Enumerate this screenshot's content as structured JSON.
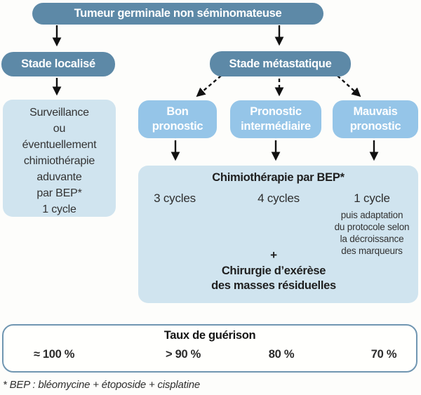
{
  "palette": {
    "dark_blue": "#5d89a7",
    "mid_blue": "#95c5e8",
    "pale_blue": "#d0e4ef",
    "cure_border_blue": "#7096b1",
    "arrow_black": "#111111",
    "background": "#fdfdfb"
  },
  "root": {
    "label": "Tumeur germinale non séminomateuse"
  },
  "branches": {
    "localise": {
      "label": "Stade localisé",
      "treatment_lines": [
        "Surveillance",
        "ou",
        "éventuellement",
        "chimiothérapie",
        "aduvante",
        "par BEP*",
        "1 cycle"
      ]
    },
    "metastatique": {
      "label": "Stade métastatique",
      "prognosis": [
        {
          "line1": "Bon",
          "line2": "pronostic",
          "cycles": "3 cycles"
        },
        {
          "line1": "Pronostic",
          "line2": "intermédiaire",
          "cycles": "4 cycles"
        },
        {
          "line1": "Mauvais",
          "line2": "pronostic",
          "cycles": "1 cycle",
          "note_lines": [
            "puis adaptation",
            "du protocole selon",
            "la décroissance",
            "des marqueurs"
          ]
        }
      ],
      "chemo_box": {
        "title": "Chimiothérapie par BEP*",
        "plus": "+",
        "surgery_line1": "Chirurgie d’exérèse",
        "surgery_line2": "des masses résiduelles"
      }
    }
  },
  "cure_rate": {
    "title": "Taux de guérison",
    "values": [
      "≈ 100 %",
      "> 90 %",
      "80 %",
      "70 %"
    ]
  },
  "footnote": "* BEP : bléomycine + étoposide + cisplatine"
}
